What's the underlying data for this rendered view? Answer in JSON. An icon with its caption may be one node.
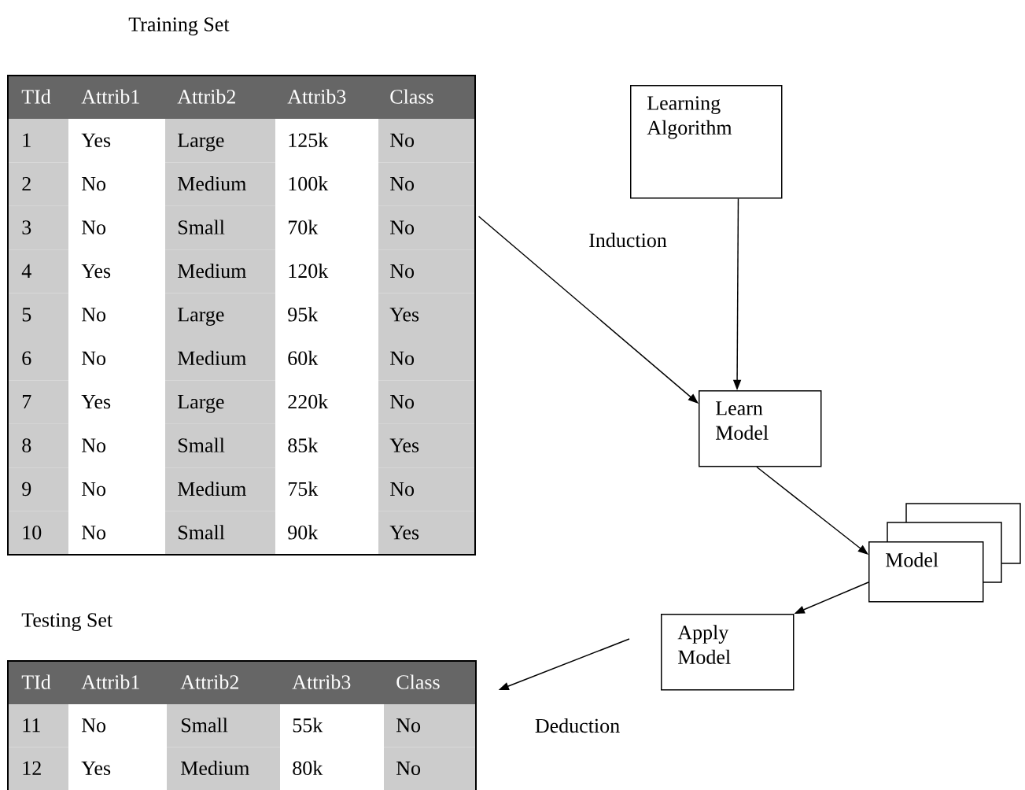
{
  "diagram": {
    "nodes": [
      {
        "text": [
          "Training Set",
          "TId",
          "Attrib1",
          "Attrib2",
          "Attrib3",
          "Class",
          "1",
          "Yes",
          "Large",
          "125k",
          "No",
          "2",
          "No",
          "Medium",
          "100k",
          "No",
          "3",
          "No",
          "Small",
          "70k",
          "No",
          "4",
          "Yes",
          "Medium",
          "120k",
          "No",
          "5",
          "No",
          "Large",
          "95k",
          "Yes",
          "6",
          "No",
          "Medium",
          "60k",
          "No",
          "7",
          "Yes",
          "Large",
          "220k",
          "No",
          "8",
          "No",
          "Small",
          "85k",
          "Yes",
          "9",
          "No",
          "Medium",
          "75k",
          "No",
          "10",
          "No",
          "Small",
          "90k",
          "Yes"
        ]
      },
      {
        "text": [
          "Learning Algorithm"
        ]
      },
      {
        "text": [
          "Learn Model"
        ]
      },
      {
        "text": [
          "Model"
        ]
      },
      {
        "text": [
          "Apply Model"
        ]
      },
      {
        "text": [
          "Testing Set",
          "TId",
          "Attrib1",
          "Attrib2",
          "Attrib3",
          "Class",
          "11",
          "No",
          "Small",
          "55k",
          "No",
          "12",
          "Yes",
          "Medium",
          "80k",
          "No"
        ]
      }
    ],
    "edges": [
      {
        "from": 0,
        "to": 2,
        "arrow": "to"
      },
      {
        "from": 1,
        "to": 2,
        "arrow": "to"
      },
      {
        "from": 2,
        "to": 3,
        "arrow": "to"
      },
      {
        "from": 3,
        "to": 4,
        "arrow": "to"
      },
      {
        "from": 4,
        "to": 5,
        "arrow": "to"
      }
    ],
    "labels": [
      "Induction",
      "Deduction"
    ]
  }
}
